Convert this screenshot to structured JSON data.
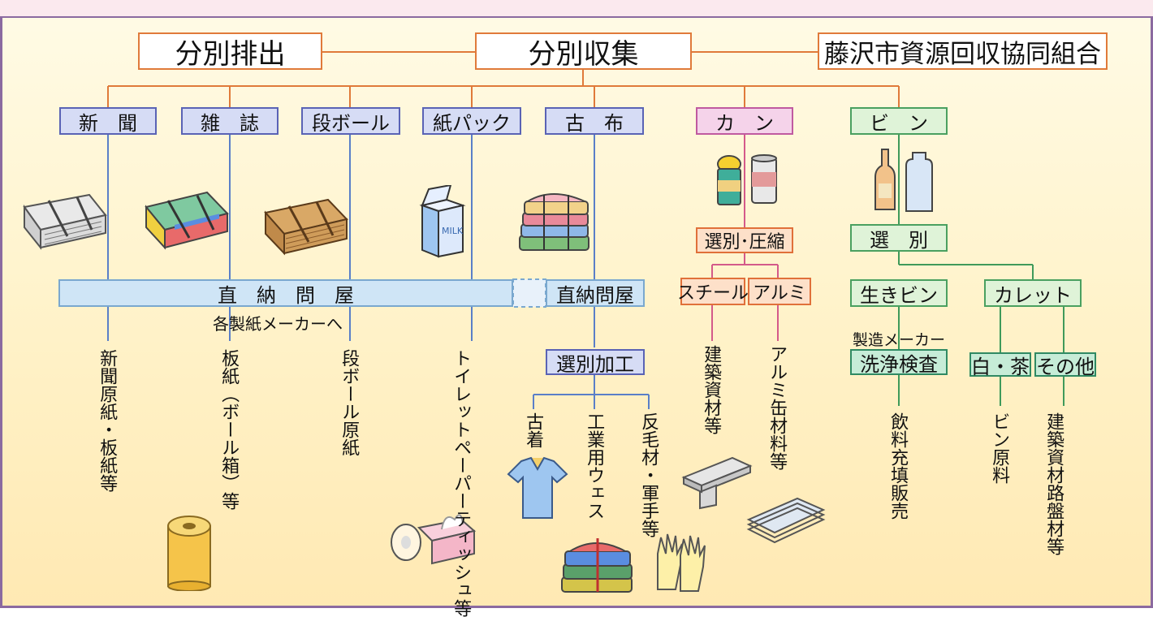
{
  "header": {
    "sort_discharge": "分別排出",
    "sort_collection": "分別収集",
    "cooperative": "藤沢市資源回収協同組合"
  },
  "categories": {
    "newspaper": "新　聞",
    "magazine": "雑　誌",
    "cardboard": "段ボール",
    "paper_pack": "紙パック",
    "old_cloth": "古　布",
    "can": "カ　ン",
    "bottle": "ビ　ン"
  },
  "wholesale": {
    "direct_wholesaler": "直　納　問　屋",
    "direct_wholesaler_cloth": "直納問屋",
    "to_paper_makers": "各製紙メーカーへ"
  },
  "cloth": {
    "sort_process": "選別加工",
    "used_clothes": "古着",
    "industrial_waste": "工業用ウェス",
    "wool_gloves": "反毛材・軍手等"
  },
  "cans": {
    "sort_compress": "選別･圧縮",
    "steel": "スチール",
    "aluminum": "アルミ",
    "building_materials": "建築資材等",
    "aluminum_can_materials": "アルミ缶材料等"
  },
  "bottles": {
    "sort": "選　別",
    "reusable": "生きビン",
    "cullet": "カレット",
    "maker": "製造メーカー",
    "wash_inspect": "洗浄検査",
    "white_brown": "白・茶",
    "other": "その他",
    "beverage": "飲料充填販売",
    "bottle_raw": "ビン原料",
    "building_road": "建築資材路盤材等"
  },
  "products": {
    "newsprint": "新聞原紙・板紙等",
    "board_paper": "板紙（ボール箱）等",
    "cardboard_raw": "段ボール原紙",
    "toilet_paper": "トイレットペーパーティッシュ等"
  },
  "colors": {
    "frame": "#8b6aa0",
    "orange_line": "#e07a3a",
    "blue_line": "#5a7fc8",
    "pink_line": "#d45a8a",
    "green_line": "#3f9a5a"
  }
}
